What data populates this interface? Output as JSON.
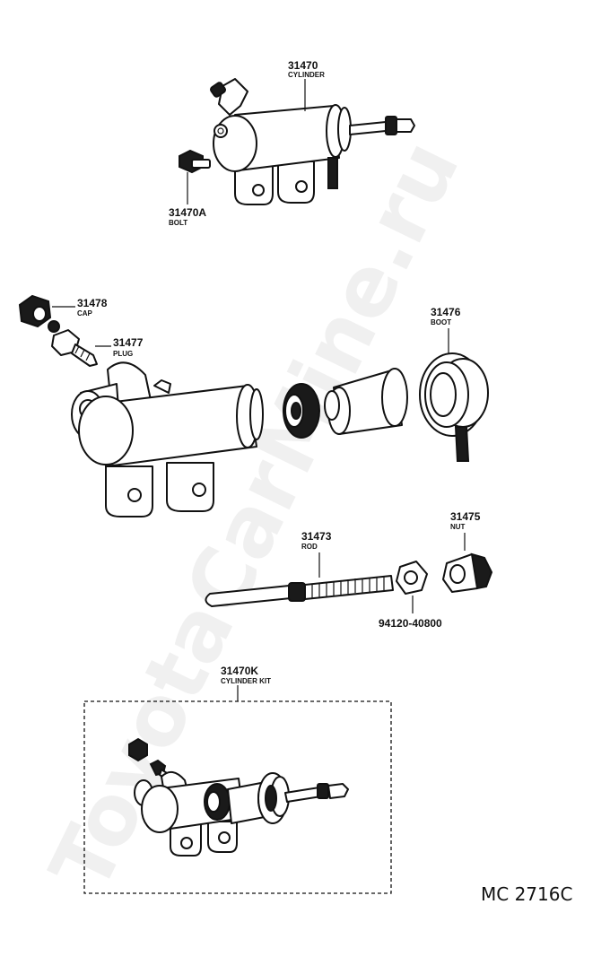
{
  "watermark": "ToyotaCarMine.ru",
  "labels": {
    "cylinder": {
      "number": "31470",
      "name": "CYLINDER"
    },
    "bolt": {
      "number": "31470A",
      "name": "BOLT"
    },
    "cap": {
      "number": "31478",
      "name": "CAP"
    },
    "plug": {
      "number": "31477",
      "name": "PLUG"
    },
    "boot": {
      "number": "31476",
      "name": "BOOT"
    },
    "rod": {
      "number": "31473",
      "name": "ROD"
    },
    "nut": {
      "number": "31475",
      "name": "NUT"
    },
    "nut_std": {
      "number": "94120-40800"
    },
    "kit": {
      "number": "31470K",
      "name": "CYLINDER KIT"
    }
  },
  "reference_code": "MC 2716C"
}
